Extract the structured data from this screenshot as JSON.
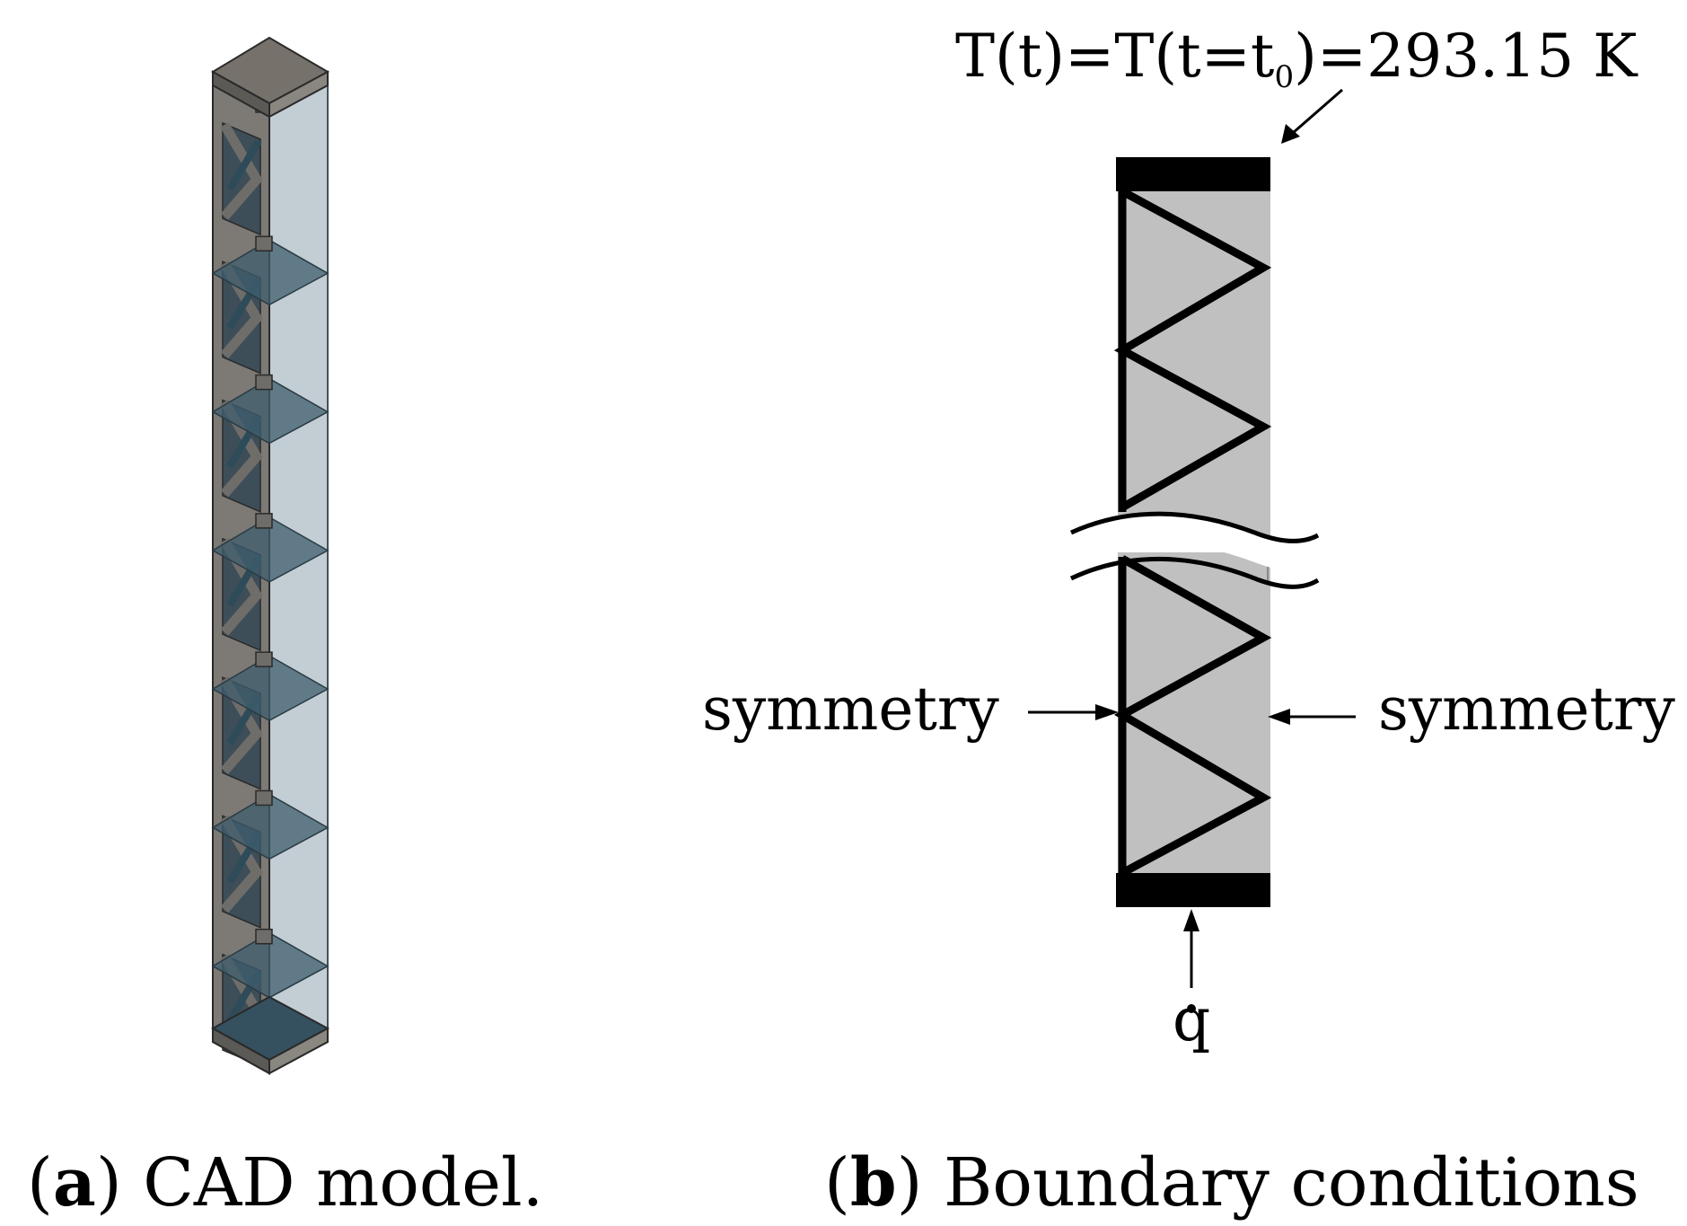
{
  "panel_a": {
    "caption_tag": "a",
    "caption_text": "CAD model."
  },
  "panel_b": {
    "caption_tag": "b",
    "caption_text": "Boundary conditions",
    "top_condition": "T(t)=T(t=t",
    "top_condition_subscript": "0",
    "top_condition_value": ")=293.15 K",
    "left_label": "symmetry",
    "right_label": "symmetry",
    "bottom_label": "q"
  },
  "colors": {
    "frame_gray": "#6f6d6a",
    "frame_top": "#7d7a74",
    "glass_light": "#c3cdd4",
    "glass_dark": "#3a5564",
    "strut_blue": "#2e4b5a",
    "plate_black": "#000000",
    "core_gray": "#c1c0c0"
  }
}
